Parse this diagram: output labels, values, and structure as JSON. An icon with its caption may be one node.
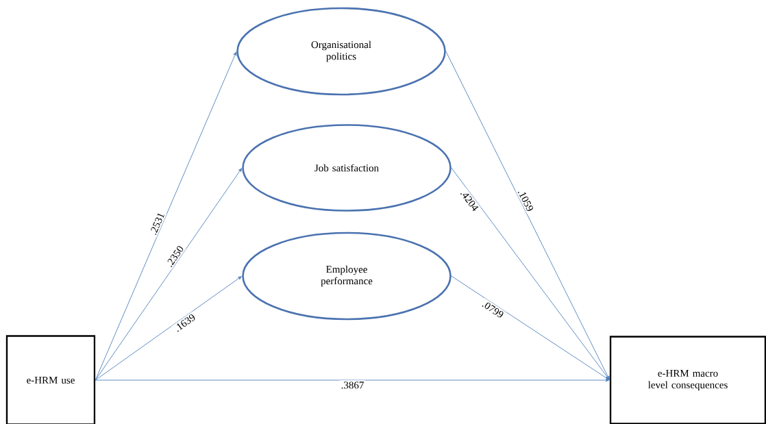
{
  "diagram": {
    "nodes": [
      {
        "text": [
          "e-HRM use"
        ]
      },
      {
        "text": [
          "Organisational politics"
        ]
      },
      {
        "text": [
          "Job satisfaction"
        ]
      },
      {
        "text": [
          "Employee performance"
        ]
      },
      {
        "text": [
          "e-HRM macro level consequences"
        ]
      }
    ],
    "edges": [
      {
        "from": 0,
        "to": 1,
        "arrow": "to",
        "label": ".2531"
      },
      {
        "from": 0,
        "to": 2,
        "arrow": "to",
        "label": ".2350"
      },
      {
        "from": 0,
        "to": 3,
        "arrow": "to",
        "label": ".1639"
      },
      {
        "from": 0,
        "to": 4,
        "arrow": "to",
        "label": ".3867"
      },
      {
        "from": 1,
        "to": 4,
        "arrow": "to",
        "label": ".1059"
      },
      {
        "from": 2,
        "to": 4,
        "arrow": "to",
        "label": ".4204"
      },
      {
        "from": 3,
        "to": 4,
        "arrow": "to",
        "label": ".0799"
      }
    ]
  }
}
